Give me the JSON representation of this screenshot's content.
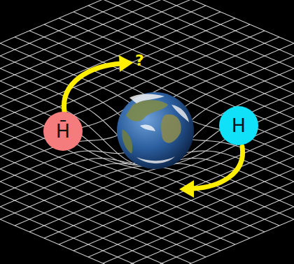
{
  "diagram": {
    "nodes": [
      {
        "text": [
          "H̄"
        ]
      },
      {
        "text": [
          "H"
        ]
      }
    ],
    "labels": [
      "?"
    ]
  }
}
